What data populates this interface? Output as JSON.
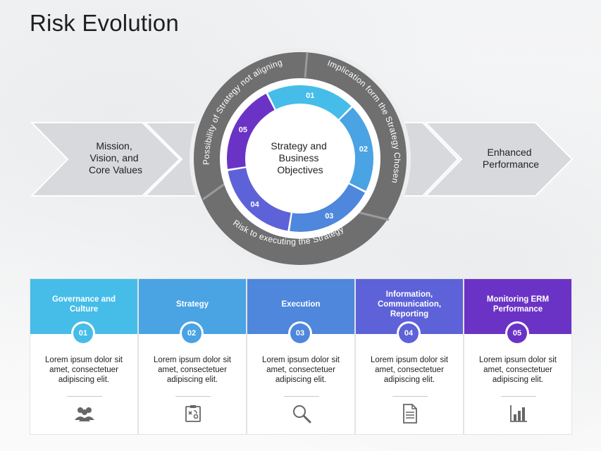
{
  "title": "Risk Evolution",
  "arrows": {
    "left": "Mission,\nVision, and\nCore Values",
    "right": "Enhanced\nPerformance"
  },
  "outer_ring": {
    "top_left": "Possibility of Strategy not aligning",
    "top_right": "Implication form the Strategy Chosen",
    "bottom": "Risk to executing the Strategy"
  },
  "inner_ring": {
    "segments": [
      "01",
      "02",
      "03",
      "04",
      "05"
    ],
    "colors": [
      "#45bde8",
      "#4aa3e3",
      "#4e87dc",
      "#5e62d8",
      "#6b33c5"
    ]
  },
  "center_text": "Strategy and\nBusiness\nObjectives",
  "cards": [
    {
      "title": "Governance and Culture",
      "num": "01",
      "text": "Lorem ipsum dolor sit amet, consectetuer adipiscing elit.",
      "color": "#45bde8",
      "icon": "people-icon"
    },
    {
      "title": "Strategy",
      "num": "02",
      "text": "Lorem ipsum dolor sit amet, consectetuer adipiscing elit.",
      "color": "#4aa3e3",
      "icon": "strategy-board-icon"
    },
    {
      "title": "Execution",
      "num": "03",
      "text": "Lorem ipsum dolor sit amet, consectetuer adipiscing elit.",
      "color": "#4e87dc",
      "icon": "magnifier-icon"
    },
    {
      "title": "Information, Communication, Reporting",
      "num": "04",
      "text": "Lorem ipsum dolor sit amet, consectetuer adipiscing elit.",
      "color": "#5e62d8",
      "icon": "document-icon"
    },
    {
      "title": "Monitoring ERM Performance",
      "num": "05",
      "text": "Lorem ipsum dolor sit amet, consectetuer adipiscing elit.",
      "color": "#6b33c5",
      "icon": "bar-chart-icon"
    }
  ]
}
